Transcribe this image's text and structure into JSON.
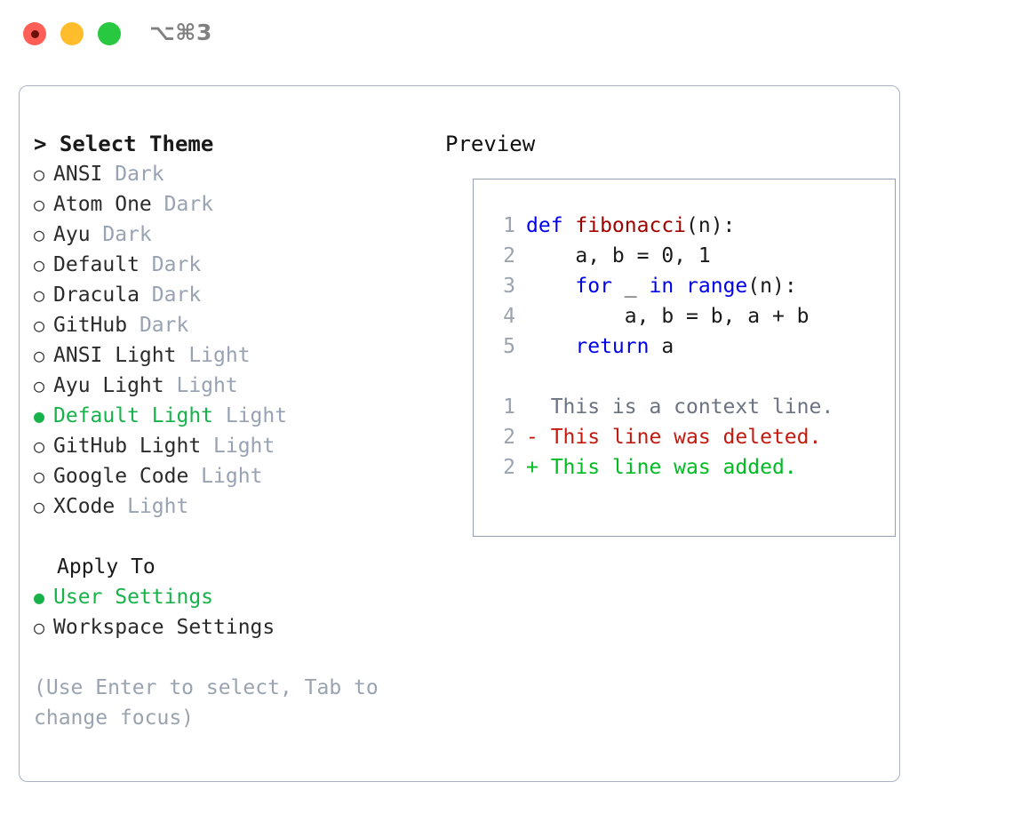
{
  "titlebar": {
    "shortcut": "⌥⌘3",
    "buttons": [
      {
        "name": "close",
        "color": "#ff5f56"
      },
      {
        "name": "minimize",
        "color": "#ffbd2e"
      },
      {
        "name": "zoom",
        "color": "#28c840"
      }
    ]
  },
  "theme_panel": {
    "header": "> Select Theme",
    "themes": [
      {
        "marker": "○",
        "name": "ANSI",
        "category": "Dark",
        "selected": false
      },
      {
        "marker": "○",
        "name": "Atom One",
        "category": "Dark",
        "selected": false
      },
      {
        "marker": "○",
        "name": "Ayu",
        "category": "Dark",
        "selected": false
      },
      {
        "marker": "○",
        "name": "Default",
        "category": "Dark",
        "selected": false
      },
      {
        "marker": "○",
        "name": "Dracula",
        "category": "Dark",
        "selected": false
      },
      {
        "marker": "○",
        "name": "GitHub",
        "category": "Dark",
        "selected": false
      },
      {
        "marker": "○",
        "name": "ANSI Light",
        "category": "Light",
        "selected": false
      },
      {
        "marker": "○",
        "name": "Ayu Light",
        "category": "Light",
        "selected": false
      },
      {
        "marker": "●",
        "name": "Default Light",
        "category": "Light",
        "selected": true
      },
      {
        "marker": "○",
        "name": "GitHub Light",
        "category": "Light",
        "selected": false
      },
      {
        "marker": "○",
        "name": "Google Code",
        "category": "Light",
        "selected": false
      },
      {
        "marker": "○",
        "name": "XCode",
        "category": "Light",
        "selected": false
      }
    ],
    "apply_to": {
      "label": "Apply To",
      "options": [
        {
          "marker": "●",
          "name": "User Settings",
          "selected": true
        },
        {
          "marker": "○",
          "name": "Workspace Settings",
          "selected": false
        }
      ]
    },
    "hint": "(Use Enter to select, Tab to change focus)"
  },
  "preview": {
    "header": "Preview",
    "code_lines": [
      {
        "num": "1",
        "tokens": [
          {
            "t": "def ",
            "c": "kw"
          },
          {
            "t": "fibonacci",
            "c": "fn"
          },
          {
            "t": "(n):",
            "c": "src"
          }
        ]
      },
      {
        "num": "2",
        "tokens": [
          {
            "t": "    a, b = 0, 1",
            "c": "src"
          }
        ]
      },
      {
        "num": "3",
        "tokens": [
          {
            "t": "    ",
            "c": "src"
          },
          {
            "t": "for ",
            "c": "kw"
          },
          {
            "t": "_ ",
            "c": "src"
          },
          {
            "t": "in ",
            "c": "kw"
          },
          {
            "t": "range",
            "c": "kw"
          },
          {
            "t": "(n):",
            "c": "src"
          }
        ]
      },
      {
        "num": "4",
        "tokens": [
          {
            "t": "        a, b = b, a + b",
            "c": "src"
          }
        ]
      },
      {
        "num": "5",
        "tokens": [
          {
            "t": "    ",
            "c": "src"
          },
          {
            "t": "return ",
            "c": "kw"
          },
          {
            "t": "a",
            "c": "src"
          }
        ]
      }
    ],
    "diff_lines": [
      {
        "num": "1",
        "text": "  This is a context line.",
        "kind": "ctx"
      },
      {
        "num": "2",
        "text": "- This line was deleted.",
        "kind": "del"
      },
      {
        "num": "2",
        "text": "+ This line was added.",
        "kind": "add"
      }
    ]
  },
  "colors": {
    "selection_green": "#17b24a",
    "muted": "#98a2b3",
    "keyword_blue": "#0000ee",
    "function_red": "#a00000",
    "diff_delete": "#c31a10",
    "diff_add": "#00bb22",
    "border": "#aab2c0"
  }
}
